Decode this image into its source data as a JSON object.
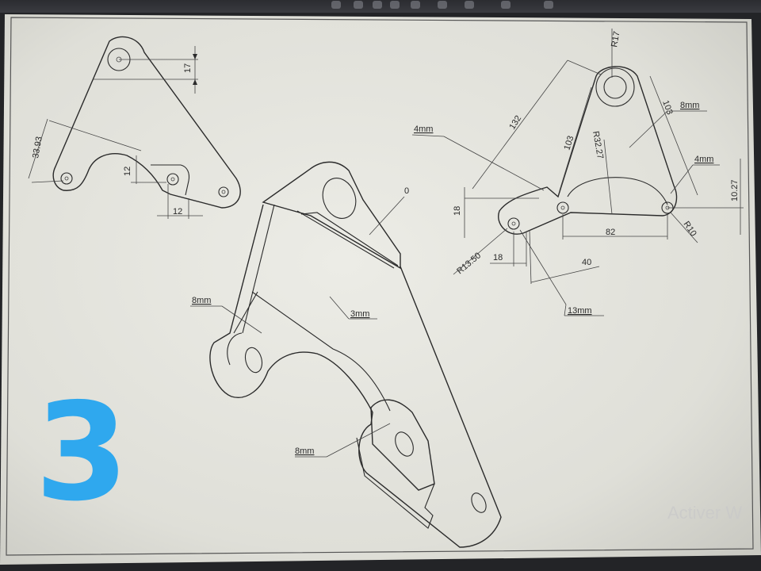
{
  "drawing": {
    "sheet_number": "3",
    "watermark": "Activer W",
    "view_top_left": {
      "dims": [
        "17",
        "33.93",
        "12",
        "12"
      ]
    },
    "view_iso": {
      "labels": [
        "0",
        "8mm",
        "3mm",
        "8mm"
      ]
    },
    "view_right": {
      "dims": [
        "R17",
        "8mm",
        "103",
        "132",
        "4mm",
        "103",
        "R32.27",
        "4mm",
        "10.27",
        "18",
        "82",
        "R10",
        "R13.50",
        "18",
        "40",
        "13mm"
      ]
    }
  },
  "colors": {
    "paper": "#e6e6df",
    "ink": "#2b2b2b",
    "sheet_number": "#2fa8ee"
  }
}
